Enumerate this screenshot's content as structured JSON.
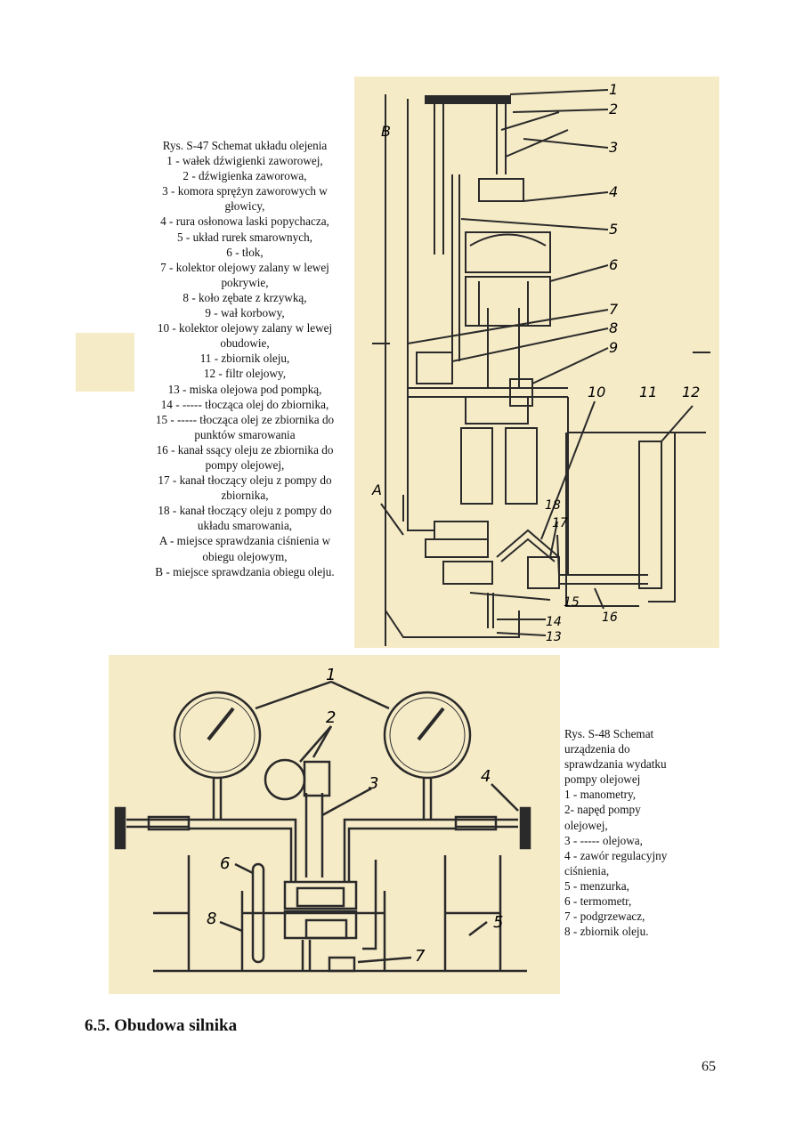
{
  "fig47": {
    "caption_lines": [
      "Rys. S-47 Schemat układu olejenia",
      "1 - wałek dźwigienki zaworowej,",
      "2 - dźwigienka zaworowa,",
      "3 - komora sprężyn zaworowych w",
      "głowicy,",
      "4 - rura osłonowa laski popychacza,",
      "5 - układ rurek smarownych,",
      "6 - tłok,",
      "7 - kolektor olejowy zalany w lewej",
      "pokrywie,",
      "8 - koło zębate z krzywką,",
      "9 - wał korbowy,",
      "10 - kolektor olejowy zalany w lewej",
      "obudowie,",
      "11 - zbiornik oleju,",
      "12 - filtr olejowy,",
      "13 - miska olejowa pod pompką,",
      "14 - ----- tłocząca olej do zbiornika,",
      "15 - ----- tłocząca olej ze zbiornika do",
      "punktów smarowania",
      "16 - kanał ssący oleju ze zbiornika do",
      "pompy olejowej,",
      "17 - kanał tłoczący oleju z pompy do",
      "zbiornika,",
      "18 - kanał tłoczący oleju z pompy do",
      "układu smarowania,",
      "A - miejsce sprawdzania ciśnienia w",
      "obiegu olejowym,",
      "B - miejsce sprawdzania obiegu oleju."
    ],
    "labels": {
      "l1": "1",
      "l2": "2",
      "l3": "3",
      "l4": "4",
      "l5": "5",
      "l6": "6",
      "l7": "7",
      "l8": "8",
      "l9": "9",
      "l10": "10",
      "l11": "11",
      "l12": "12",
      "l13": "13",
      "l14": "14",
      "l15": "15",
      "l16": "16",
      "l17": "17",
      "l18": "18",
      "lA": "A",
      "lB": "B"
    }
  },
  "fig48": {
    "caption_lines": [
      "Rys. S-48 Schemat",
      "urządzenia do",
      "sprawdzania wydatku",
      "pompy olejowej",
      "1 - manometry,",
      "2- napęd pompy",
      "olejowej,",
      "3 - ----- olejowa,",
      "4 - zawór regulacyjny",
      "ciśnienia,",
      "5 - menzurka,",
      "6 - termometr,",
      "7 - podgrzewacz,",
      "8 - zbiornik oleju."
    ],
    "labels": {
      "l1": "1",
      "l2": "2",
      "l3": "3",
      "l4": "4",
      "l5": "5",
      "l6": "6",
      "l7": "7",
      "l8": "8"
    }
  },
  "section_heading": "6.5. Obudowa silnika",
  "page_number": "65",
  "colors": {
    "panel": "#f6ebc7",
    "ink": "#2a2a2a"
  }
}
